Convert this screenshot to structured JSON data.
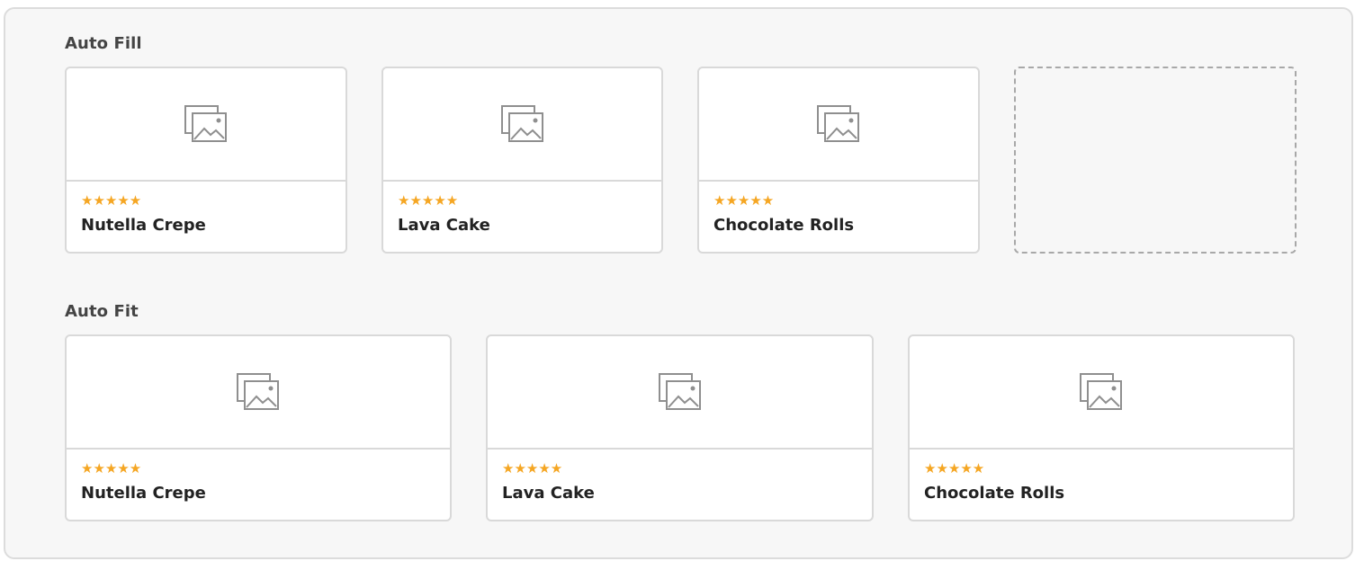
{
  "sections": [
    {
      "title": "Auto Fill",
      "cards": [
        {
          "name": "Nutella Crepe",
          "rating": 5,
          "stars": "★★★★★",
          "image_icon": "image-icon"
        },
        {
          "name": "Lava Cake",
          "rating": 5,
          "stars": "★★★★★",
          "image_icon": "image-icon"
        },
        {
          "name": "Chocolate Rolls",
          "rating": 5,
          "stars": "★★★★★",
          "image_icon": "image-icon"
        }
      ],
      "empty_slots": 1
    },
    {
      "title": "Auto Fit",
      "cards": [
        {
          "name": "Nutella Crepe",
          "rating": 5,
          "stars": "★★★★★",
          "image_icon": "image-icon"
        },
        {
          "name": "Lava Cake",
          "rating": 5,
          "stars": "★★★★★",
          "image_icon": "image-icon"
        },
        {
          "name": "Chocolate Rolls",
          "rating": 5,
          "stars": "★★★★★",
          "image_icon": "image-icon"
        }
      ],
      "empty_slots": 0
    }
  ],
  "colors": {
    "panel_background": "#f7f7f7",
    "card_border": "#d9d9d9",
    "star": "#f5a623",
    "title_text": "#444444",
    "name_text": "#222222",
    "placeholder_border": "#a8a8a8"
  }
}
